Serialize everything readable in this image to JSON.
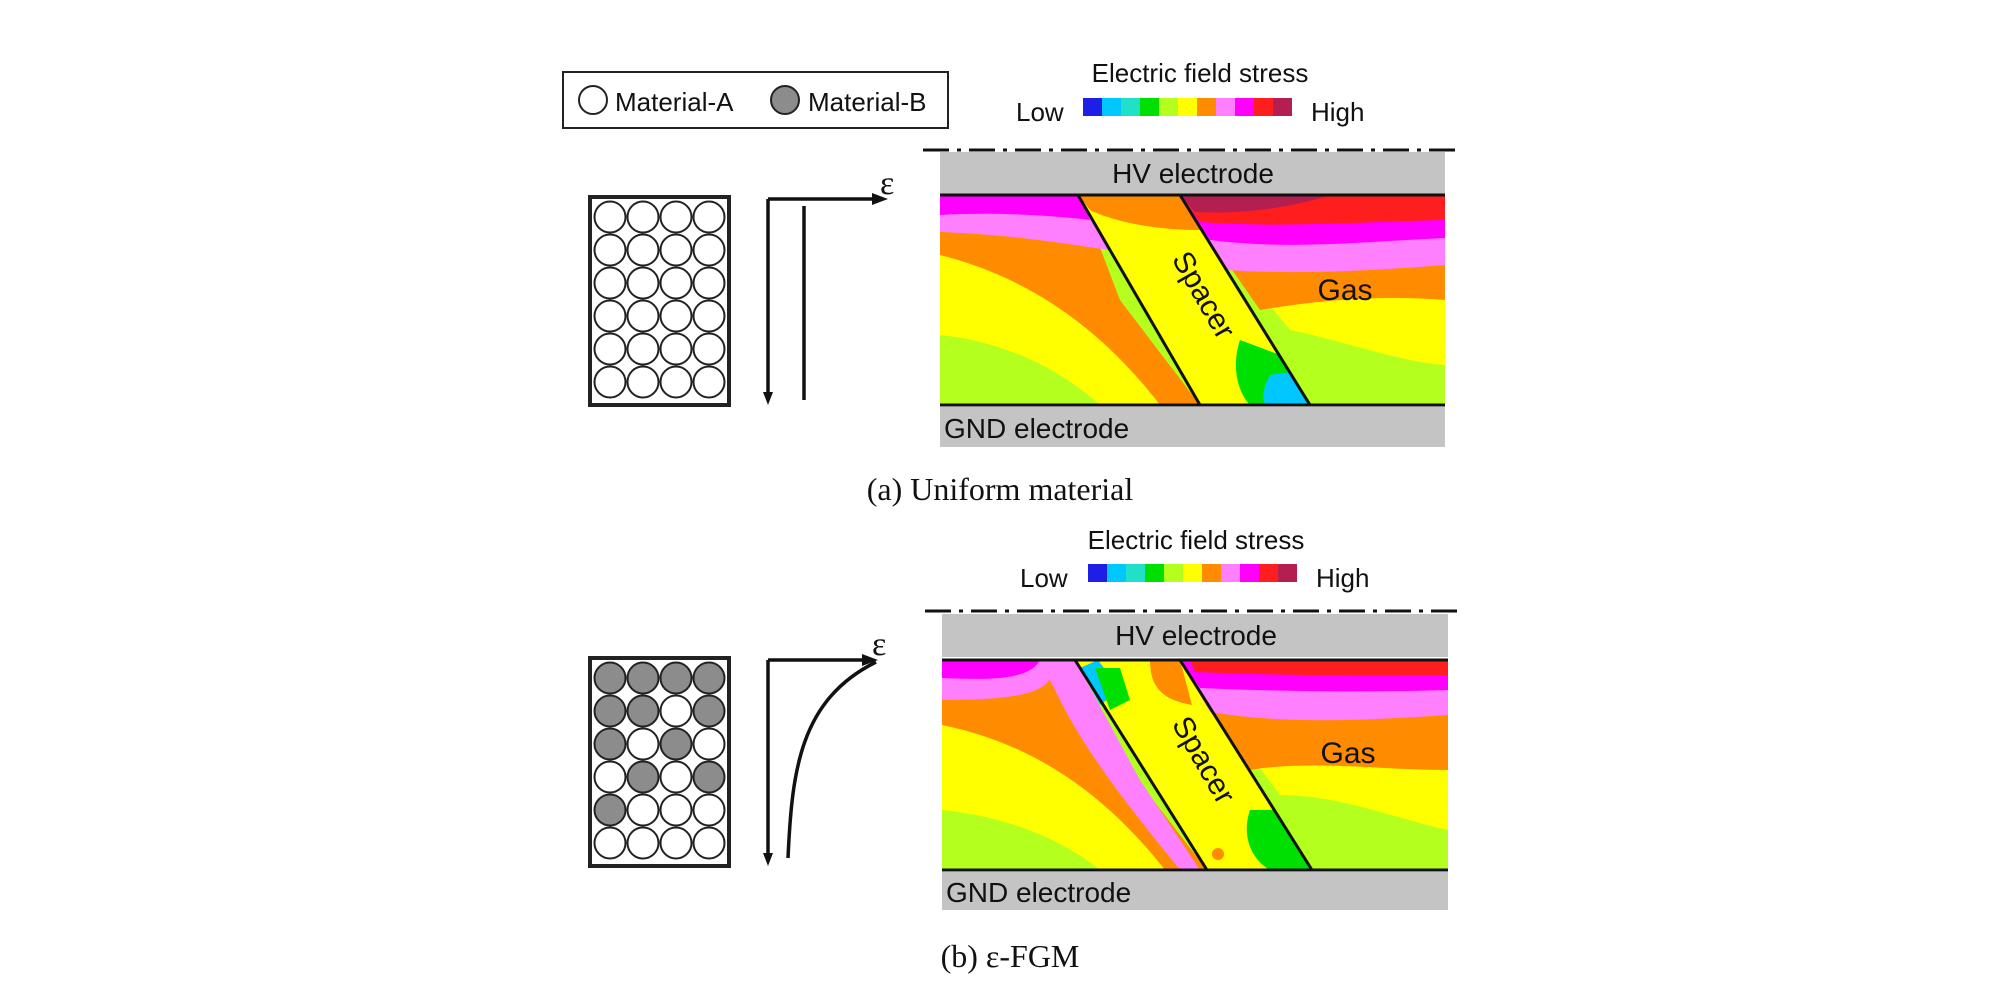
{
  "legend": {
    "material_a": "Material-A",
    "material_b": "Material-B",
    "color_a": "#ffffff",
    "color_b": "#8c8c8c"
  },
  "colorbar": {
    "title": "Electric field stress",
    "low_label": "Low",
    "high_label": "High",
    "colors": [
      "#1e1ee6",
      "#00c8ff",
      "#22e0c8",
      "#00e000",
      "#b4ff1e",
      "#ffff00",
      "#ff8c00",
      "#ff80ff",
      "#ff00ff",
      "#ff1e1e",
      "#b41e50"
    ]
  },
  "panels": [
    {
      "epsilon_symbol": "ε",
      "hv_label": "HV electrode",
      "gnd_label": "GND electrode",
      "spacer_label": "Spacer",
      "gas_label": "Gas",
      "caption": "(a) Uniform material",
      "particle_grid": [
        [
          "A",
          "A",
          "A",
          "A"
        ],
        [
          "A",
          "A",
          "A",
          "A"
        ],
        [
          "A",
          "A",
          "A",
          "A"
        ],
        [
          "A",
          "A",
          "A",
          "A"
        ],
        [
          "A",
          "A",
          "A",
          "A"
        ],
        [
          "A",
          "A",
          "A",
          "A"
        ]
      ]
    },
    {
      "epsilon_symbol": "ε",
      "hv_label": "HV electrode",
      "gnd_label": "GND electrode",
      "spacer_label": "Spacer",
      "gas_label": "Gas",
      "caption": "(b) ε-FGM",
      "particle_grid": [
        [
          "B",
          "B",
          "B",
          "B"
        ],
        [
          "B",
          "B",
          "A",
          "B"
        ],
        [
          "B",
          "A",
          "B",
          "A"
        ],
        [
          "A",
          "B",
          "A",
          "B"
        ],
        [
          "B",
          "A",
          "A",
          "A"
        ],
        [
          "A",
          "A",
          "A",
          "A"
        ]
      ]
    }
  ]
}
